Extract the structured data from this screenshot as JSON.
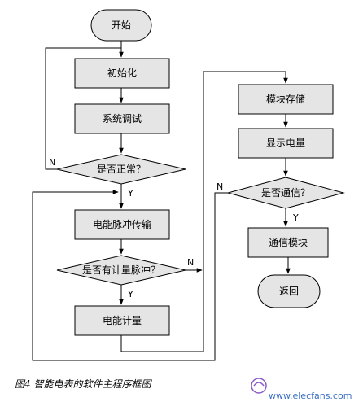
{
  "nodes": {
    "start": "开始",
    "init": "初始化",
    "debug": "系统调试",
    "is_normal": "是否正常？",
    "pulse_transfer": "电能脉冲传输",
    "has_pulse": "是否有计量脉冲？",
    "metering": "电能计量",
    "store": "模块存储",
    "display": "显示电量",
    "is_comm": "是否通信？",
    "comm_module": "通信模块",
    "return": "返回"
  },
  "edge_labels": {
    "normal_no": "N",
    "normal_yes": "Y",
    "pulse_no": "N",
    "pulse_yes": "Y",
    "comm_no": "N",
    "comm_yes": "Y"
  },
  "caption": "图4 智能电表的软件主程序框图",
  "watermark": "www.elecfans.com"
}
